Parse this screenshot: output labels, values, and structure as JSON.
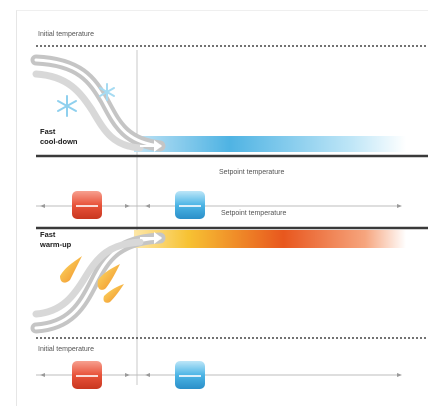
{
  "labels": {
    "initial_temperature_top": "Initial temperature",
    "fast_cooldown_line1": "Fast",
    "fast_cooldown_line2": "cool-down",
    "setpoint_temperature_upper": "Setpoint temperature",
    "setpoint_temperature_lower": "Setpoint temperature",
    "fast_warmup_line1": "Fast",
    "fast_warmup_line2": "warm-up",
    "initial_temperature_bottom": "Initial temperature"
  },
  "colors": {
    "cool": "#4fb3e3",
    "warm": "#f08a24",
    "hot": "#e85a1e",
    "gray_curve": "#9b9b9b",
    "dark_line": "#333333",
    "red_unit": "#e8533a",
    "blue_unit": "#3aa9e0"
  },
  "icons": {
    "snowflake": "snowflake-icon",
    "flame": "flame-icon",
    "heating_unit": "red-unit-icon",
    "cooling_unit": "blue-unit-icon"
  }
}
